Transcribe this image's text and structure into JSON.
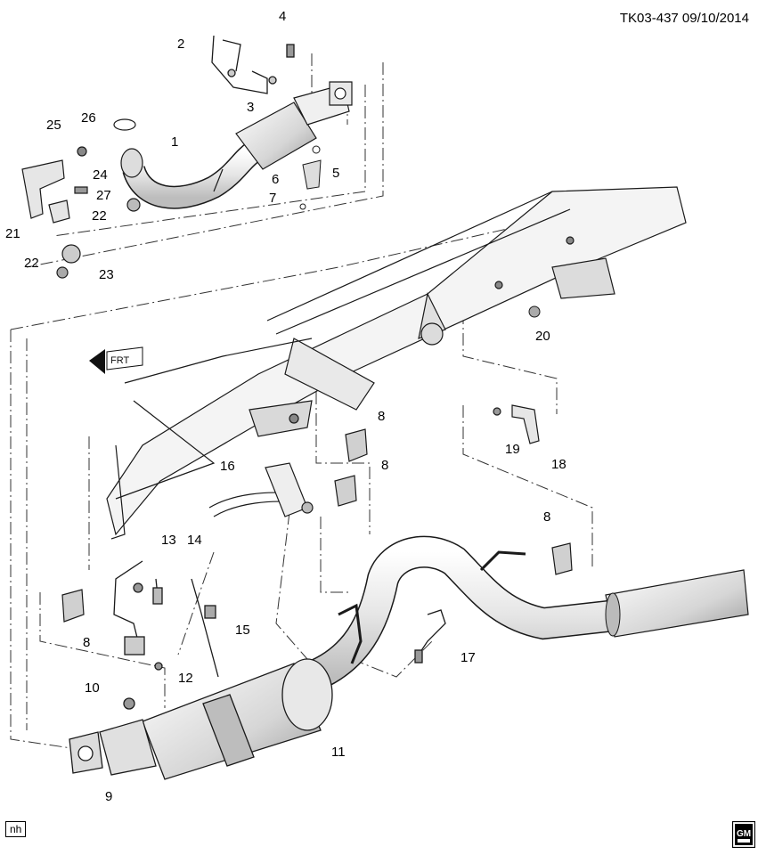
{
  "header": {
    "doc_id": "TK03-437  09/10/2014"
  },
  "footer": {
    "nh_label": "nh"
  },
  "callouts": [
    "1",
    "2",
    "3",
    "4",
    "5",
    "6",
    "7",
    "8",
    "8",
    "8",
    "8",
    "9",
    "10",
    "11",
    "12",
    "13",
    "14",
    "15",
    "16",
    "17",
    "18",
    "19",
    "20",
    "21",
    "22",
    "22",
    "23",
    "24",
    "25",
    "26",
    "27"
  ],
  "colors": {
    "line": "#1a1a1a",
    "fill": "#ffffff",
    "shade": "#cfcfcf",
    "dark": "#555555"
  }
}
